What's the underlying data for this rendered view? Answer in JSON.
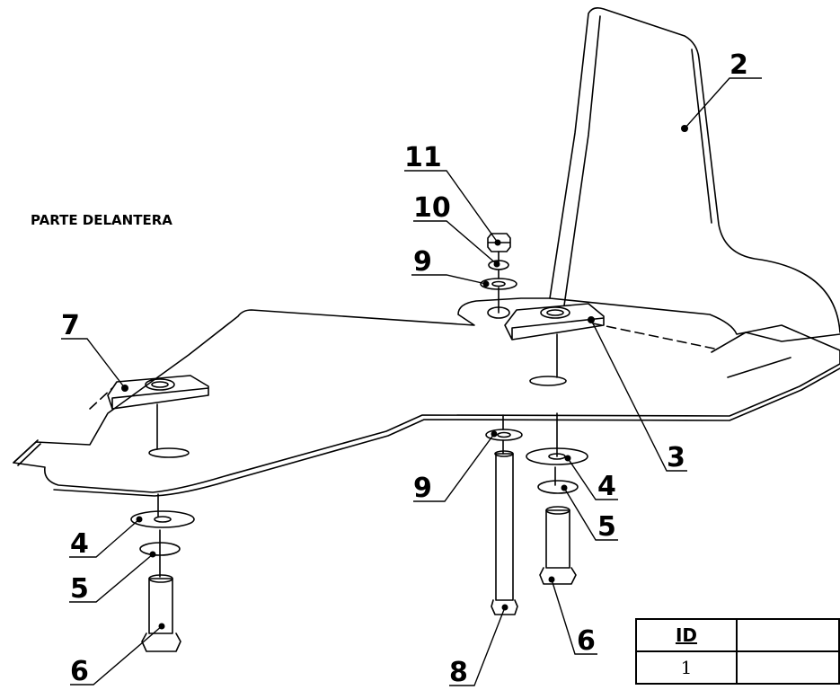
{
  "drawing": {
    "note": "PARTE DELANTERA",
    "callouts": [
      {
        "id": "callout-2",
        "label": "2"
      },
      {
        "id": "callout-11",
        "label": "11"
      },
      {
        "id": "callout-10",
        "label": "10"
      },
      {
        "id": "callout-9-top",
        "label": "9"
      },
      {
        "id": "callout-7",
        "label": "7"
      },
      {
        "id": "callout-3",
        "label": "3"
      },
      {
        "id": "callout-9-bottom",
        "label": "9"
      },
      {
        "id": "callout-4-right",
        "label": "4"
      },
      {
        "id": "callout-5-right",
        "label": "5"
      },
      {
        "id": "callout-4-left",
        "label": "4"
      },
      {
        "id": "callout-5-left",
        "label": "5"
      },
      {
        "id": "callout-6-left",
        "label": "6"
      },
      {
        "id": "callout-8",
        "label": "8"
      },
      {
        "id": "callout-6-right",
        "label": "6"
      }
    ]
  },
  "parts_table": {
    "header": "ID",
    "rows": [
      {
        "id": "1"
      }
    ]
  }
}
